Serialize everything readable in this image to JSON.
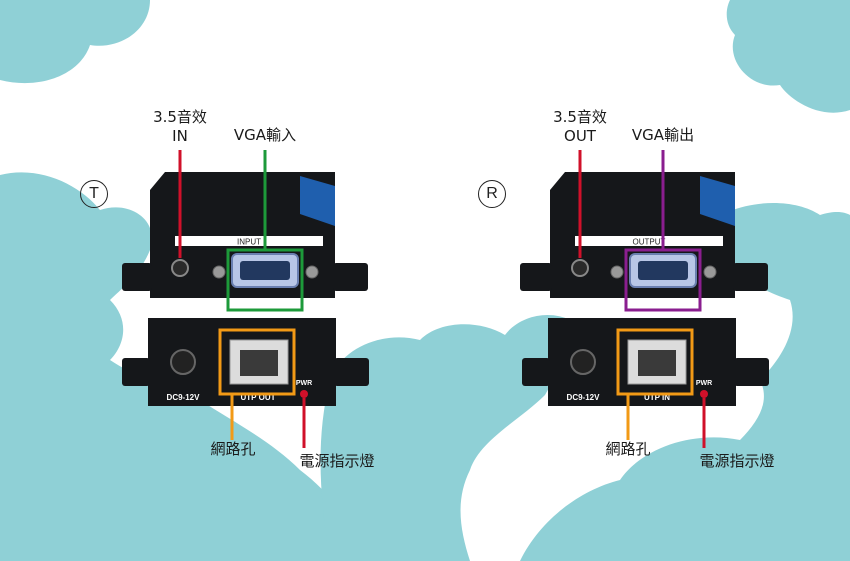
{
  "colors": {
    "cloud": "#8fd0d6",
    "device_body": "#15171a",
    "label_strip": "#ffffff",
    "audio_line": "#d0102a",
    "vga_in_line": "#1d9a3a",
    "vga_out_line": "#8a1e8f",
    "network_line": "#f29a16",
    "power_line": "#d0102a"
  },
  "transmitter": {
    "badge": "T",
    "audio_label": "3.5音效\nIN",
    "vga_label": "VGA輸入",
    "panel_label": "INPUT",
    "power_input": "DC9-12V",
    "port_label": "UTP OUT",
    "pwr_led": "PWR",
    "network_label": "網路孔",
    "power_led_label": "電源指示燈"
  },
  "receiver": {
    "badge": "R",
    "audio_label": "3.5音效\nOUT",
    "vga_label": "VGA輸出",
    "panel_label": "OUTPUT",
    "power_input": "DC9-12V",
    "port_label": "UTP IN",
    "pwr_led": "PWR",
    "network_label": "網路孔",
    "power_led_label": "電源指示燈"
  }
}
